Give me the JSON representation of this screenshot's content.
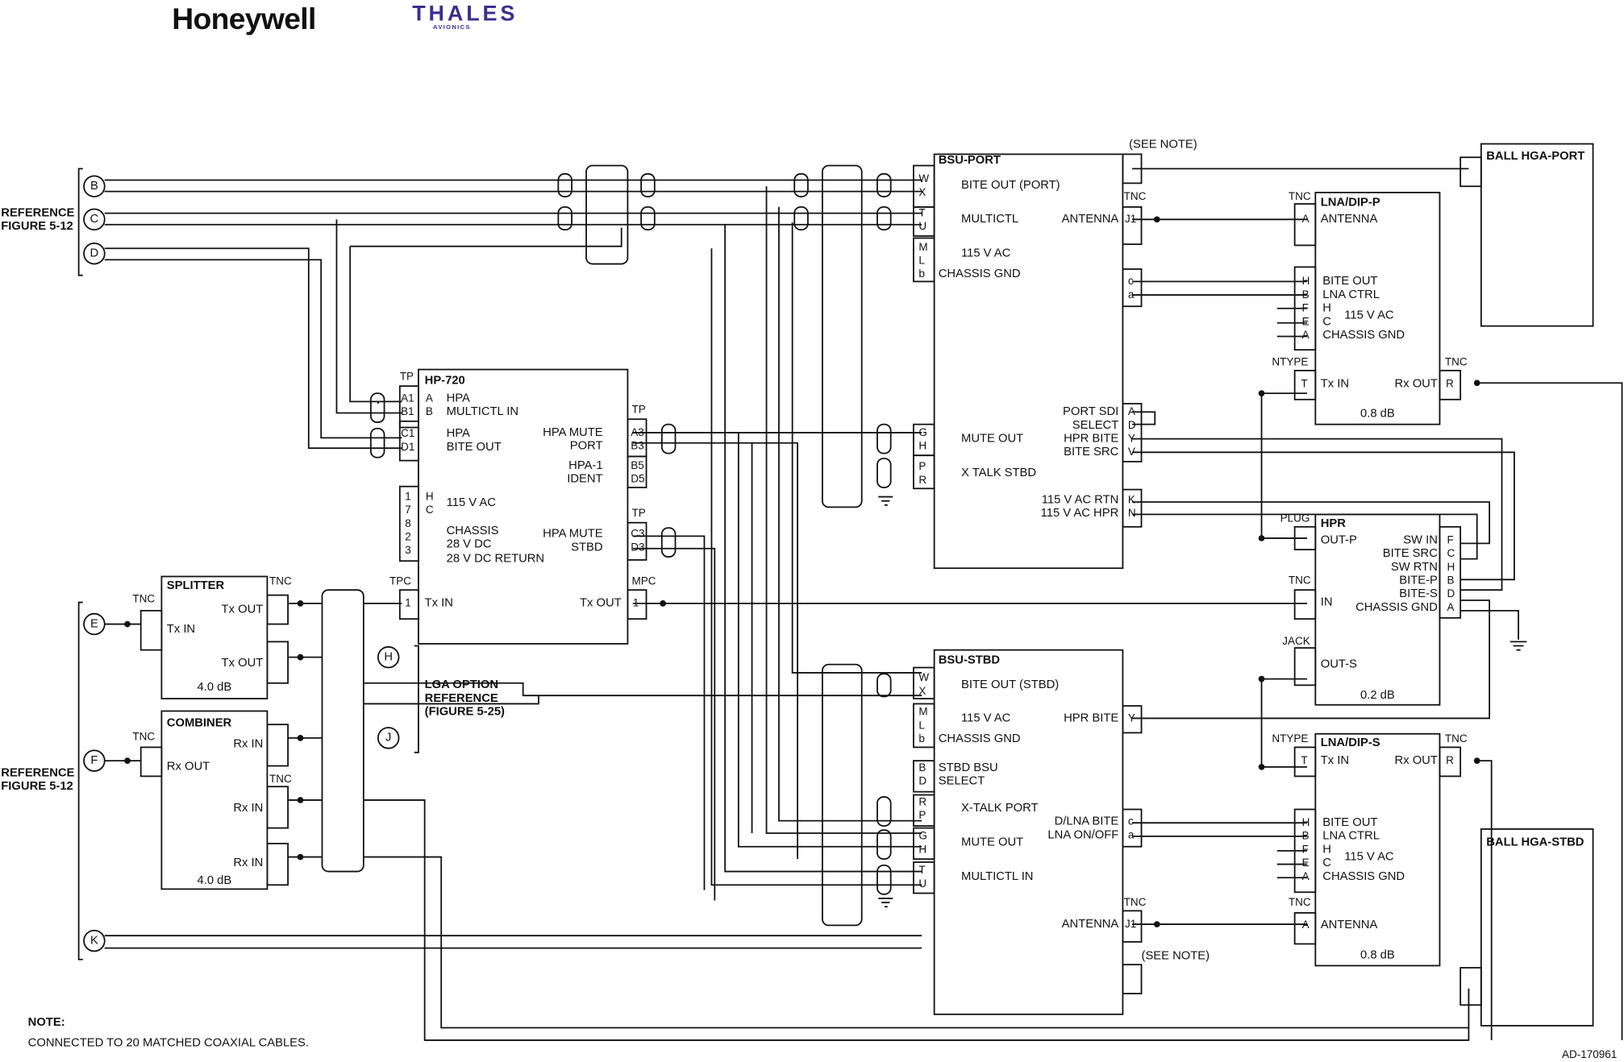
{
  "brand": {
    "honeywell": "Honeywell",
    "thales": "THALES",
    "thales_sub": "AVIONICS"
  },
  "refs": {
    "ref512_top": "REFERENCE\nFIGURE 5-12",
    "ref512_bottom": "REFERENCE\nFIGURE 5-12",
    "lga": "LGA OPTION\nREFERENCE\n(FIGURE 5-25)"
  },
  "connectors": {
    "B": "B",
    "C": "C",
    "D": "D",
    "E": "E",
    "F": "F",
    "H": "H",
    "J": "J",
    "K": "K"
  },
  "hp720": {
    "title": "HP-720",
    "tp": "TP",
    "tpc": "TPC",
    "mpc": "MPC",
    "pins_a": [
      "A1",
      "B1"
    ],
    "pins_c": [
      "C1",
      "D1"
    ],
    "ab": [
      "A",
      "B"
    ],
    "hpa_multictl": "HPA\nMULTICTL IN",
    "hpa_bite": "HPA\nBITE OUT",
    "power_pins": [
      "1",
      "7",
      "8",
      "2",
      "3"
    ],
    "hc": [
      "H",
      "C"
    ],
    "power_labels": "115 V AC\n\nCHASSIS\n28 V DC\n28 V DC RETURN",
    "tx_in_pin": "1",
    "tx_in": "Tx IN",
    "tx_out": "Tx OUT",
    "tx_out_pin": "1",
    "mute_port": "HPA MUTE\nPORT",
    "mute_port_pins": [
      "A3",
      "B3"
    ],
    "ident": "HPA-1\nIDENT",
    "ident_pins": [
      "B5",
      "D5"
    ],
    "mute_stbd": "HPA MUTE\nSTBD",
    "mute_stbd_pins": [
      "C3",
      "D3"
    ]
  },
  "splitter": {
    "title": "SPLITTER",
    "tx_in": "Tx IN",
    "tx_out1": "Tx OUT",
    "tx_out2": "Tx OUT",
    "loss": "4.0 dB",
    "tnc_in": "TNC",
    "tnc_out": "TNC"
  },
  "combiner": {
    "title": "COMBINER",
    "rx_out": "Rx OUT",
    "rx_in1": "Rx IN",
    "rx_in2": "Rx IN",
    "rx_in3": "Rx IN",
    "loss": "4.0 dB",
    "tnc_out": "TNC",
    "tnc_in": "TNC"
  },
  "bsu_port": {
    "title": "BSU-PORT",
    "pins_wx": [
      "W",
      "X"
    ],
    "pins_tu": [
      "T",
      "U"
    ],
    "pins_mlb": [
      "M",
      "L",
      "b"
    ],
    "pins_gh": [
      "G",
      "H"
    ],
    "pins_pr": [
      "P",
      "R"
    ],
    "bite_out": "BITE OUT (PORT)",
    "multictl": "MULTICTL",
    "ac": "115 V AC",
    "chassis": "CHASSIS GND",
    "mute_out": "MUTE OUT",
    "xtalk": "X TALK STBD",
    "antenna": "ANTENNA",
    "j1": "J1",
    "tnc": "TNC",
    "see_note": "(SEE NOTE)",
    "pins_ca": [
      "c",
      "a"
    ],
    "sdi": "PORT SDI\nSELECT\nHPR BITE\nBITE SRC",
    "sdi_pins": [
      "A",
      "D",
      "Y",
      "V"
    ],
    "ac_rtn": "115 V AC RTN\n115 V AC HPR",
    "ac_pins": [
      "K",
      "N"
    ]
  },
  "bsu_stbd": {
    "title": "BSU-STBD",
    "pins_wx": [
      "W",
      "X"
    ],
    "pins_mlb": [
      "M",
      "L",
      "b"
    ],
    "pins_bd": [
      "B",
      "D"
    ],
    "pins_rp": [
      "R",
      "P"
    ],
    "pins_gh": [
      "G",
      "H"
    ],
    "pins_tu": [
      "T",
      "U"
    ],
    "bite_out": "BITE OUT (STBD)",
    "ac": "115 V AC",
    "chassis": "CHASSIS GND",
    "stbd_select": "STBD BSU\nSELECT",
    "xtalk": "X-TALK PORT",
    "mute_out": "MUTE OUT",
    "multictl": "MULTICTL IN",
    "hpr_bite": "HPR BITE",
    "y": "Y",
    "dlna": "D/LNA BITE\nLNA ON/OFF",
    "pins_ca": [
      "c",
      "a"
    ],
    "antenna": "ANTENNA",
    "j1": "J1",
    "tnc": "TNC",
    "see_note": "(SEE NOTE)"
  },
  "lna_p": {
    "title": "LNA/DIP-P",
    "tnc": "TNC",
    "a": "A",
    "antenna": "ANTENNA",
    "pins": [
      "H",
      "B",
      "F",
      "E",
      "A"
    ],
    "labels": "BITE OUT\nLNA CTRL\nH\nC\nCHASSIS GND",
    "ac": "115 V AC",
    "ntype": "NTYPE",
    "tnc_r": "TNC",
    "t": "T",
    "tx_in": "Tx IN",
    "rx_out": "Rx OUT",
    "r": "R",
    "loss": "0.8 dB"
  },
  "lna_s": {
    "title": "LNA/DIP-S",
    "ntype": "NTYPE",
    "tnc_r": "TNC",
    "t": "T",
    "tx_in": "Tx IN",
    "rx_out": "Rx OUT",
    "r": "R",
    "pins": [
      "H",
      "B",
      "F",
      "E",
      "A"
    ],
    "labels": "BITE OUT\nLNA CTRL\nH\nC\nCHASSIS GND",
    "ac": "115 V AC",
    "tnc": "TNC",
    "a": "A",
    "antenna": "ANTENNA",
    "loss": "0.8 dB"
  },
  "hpr": {
    "title": "HPR",
    "plug": "PLUG",
    "out_p": "OUT-P",
    "tnc": "TNC",
    "in": "IN",
    "jack": "JACK",
    "out_s": "OUT-S",
    "loss": "0.2 dB",
    "right_labels": "SW IN\nBITE SRC\nSW RTN\nBITE-P\nBITE-S\nCHASSIS GND",
    "right_pins": [
      "F",
      "C",
      "H",
      "B",
      "D",
      "A"
    ]
  },
  "hga": {
    "port": "BALL HGA-PORT",
    "stbd": "BALL HGA-STBD"
  },
  "note": {
    "title": "NOTE:",
    "text": "CONNECTED TO 20 MATCHED COAXIAL CABLES."
  },
  "drawing_id": "AD-170961"
}
